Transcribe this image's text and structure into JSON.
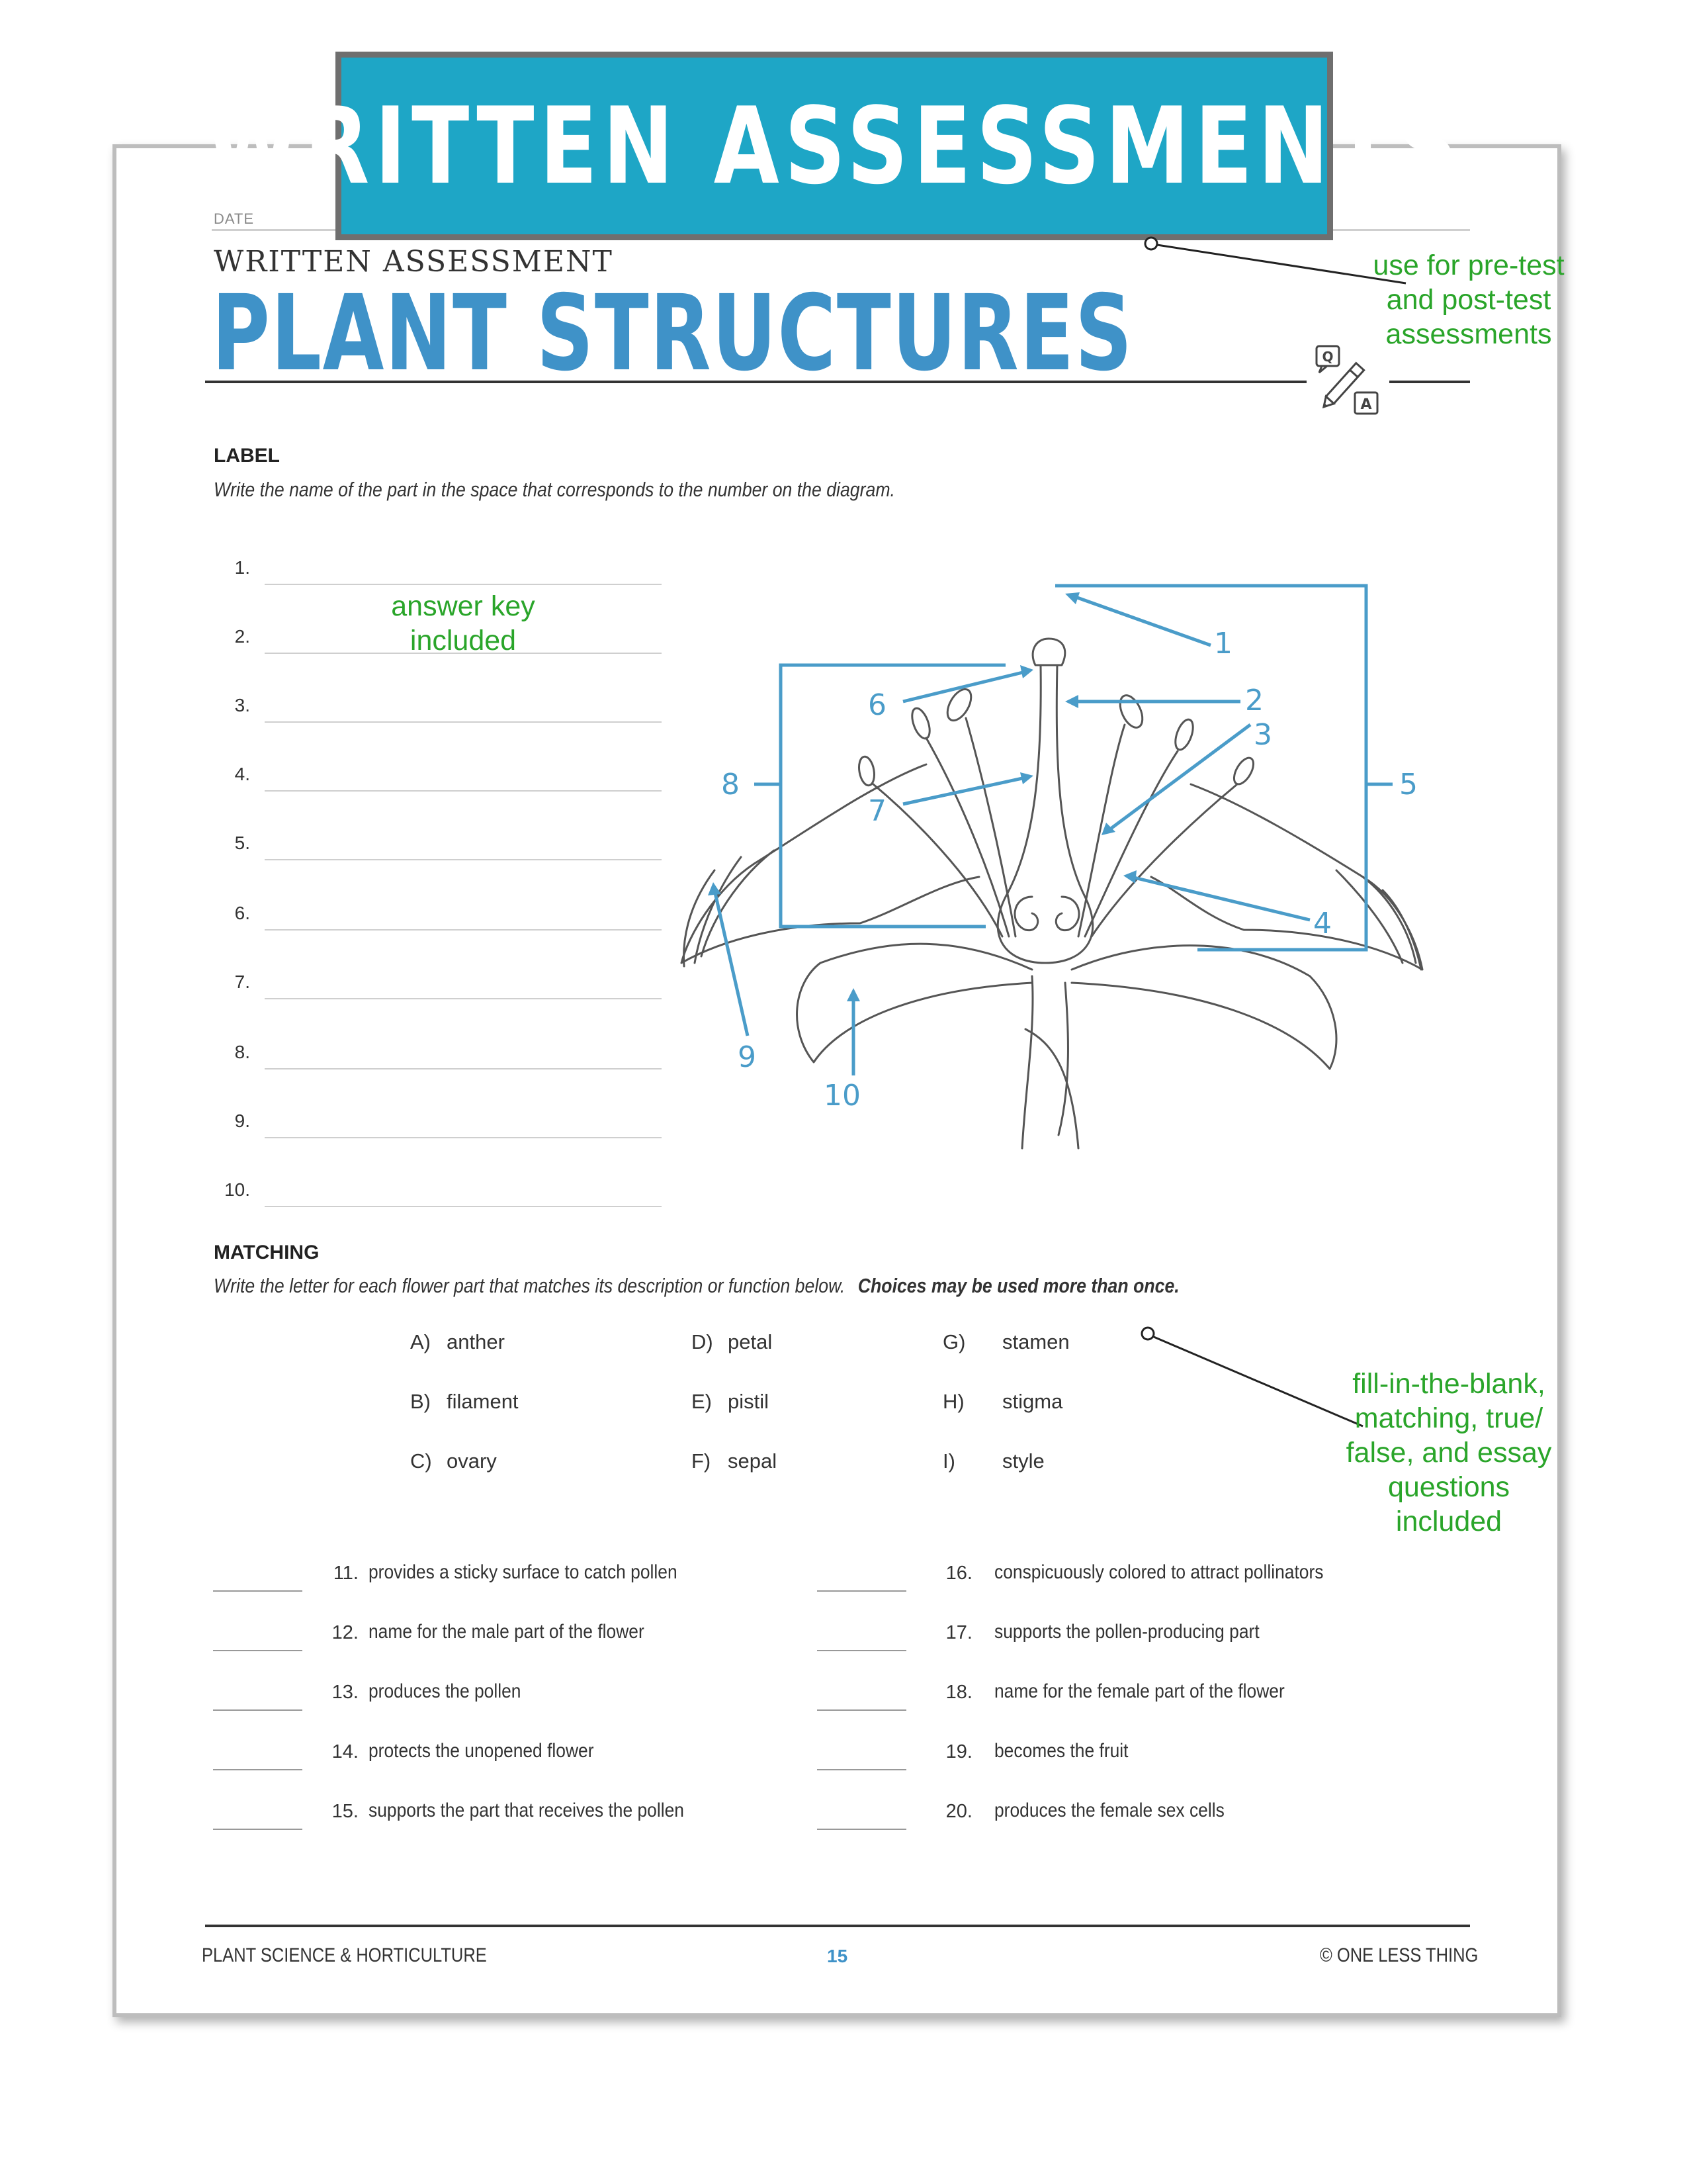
{
  "banner": {
    "title": "WRITTEN ASSESSMENTS"
  },
  "worksheet": {
    "date_label": "DATE",
    "subtitle": "WRITTEN ASSESSMENT",
    "title": "PLANT STRUCTURES",
    "label_section": {
      "heading": "LABEL",
      "instruction": "Write the name of the part in the space that corresponds to the number on the diagram.",
      "numbers": [
        "1.",
        "2.",
        "3.",
        "4.",
        "5.",
        "6.",
        "7.",
        "8.",
        "9.",
        "10."
      ]
    },
    "diagram": {
      "callout_numbers": [
        "1",
        "2",
        "3",
        "4",
        "5",
        "6",
        "7",
        "8",
        "9",
        "10"
      ],
      "accent_color": "#4a9cc9"
    },
    "matching_section": {
      "heading": "MATCHING",
      "instruction": "Write the letter for each flower part that matches its description or function below.",
      "instruction_bold": "Choices may be used more than once.",
      "choices": [
        {
          "letter": "A)",
          "word": "anther"
        },
        {
          "letter": "B)",
          "word": "filament"
        },
        {
          "letter": "C)",
          "word": "ovary"
        },
        {
          "letter": "D)",
          "word": "petal"
        },
        {
          "letter": "E)",
          "word": "pistil"
        },
        {
          "letter": "F)",
          "word": "sepal"
        },
        {
          "letter": "G)",
          "word": "stamen"
        },
        {
          "letter": "H)",
          "word": "stigma"
        },
        {
          "letter": "I)",
          "word": "style"
        }
      ],
      "questions_left": [
        {
          "num": "11.",
          "text": "provides a sticky surface to catch pollen"
        },
        {
          "num": "12.",
          "text": "name for the male part of the flower"
        },
        {
          "num": "13.",
          "text": "produces the pollen"
        },
        {
          "num": "14.",
          "text": "protects the unopened flower"
        },
        {
          "num": "15.",
          "text": "supports the part that receives the pollen"
        }
      ],
      "questions_right": [
        {
          "num": "16.",
          "text": "conspicuously colored to attract pollinators"
        },
        {
          "num": "17.",
          "text": "supports the pollen-producing part"
        },
        {
          "num": "18.",
          "text": "name for the female part of the flower"
        },
        {
          "num": "19.",
          "text": "becomes the fruit"
        },
        {
          "num": "20.",
          "text": "produces the female sex cells"
        }
      ]
    },
    "footer": {
      "left": "PLANT SCIENCE & HORTICULTURE",
      "page": "15",
      "right": "© ONE LESS THING"
    }
  },
  "annotations": {
    "pretest_lines": [
      "use for pre-test",
      "and post-test",
      "assessments"
    ],
    "answer_key_lines": [
      "answer key",
      "included"
    ],
    "question_types_lines": [
      "fill-in-the-blank,",
      "matching, true/",
      "false, and essay",
      "questions",
      "included"
    ],
    "annotation_color": "#2aa52a"
  }
}
